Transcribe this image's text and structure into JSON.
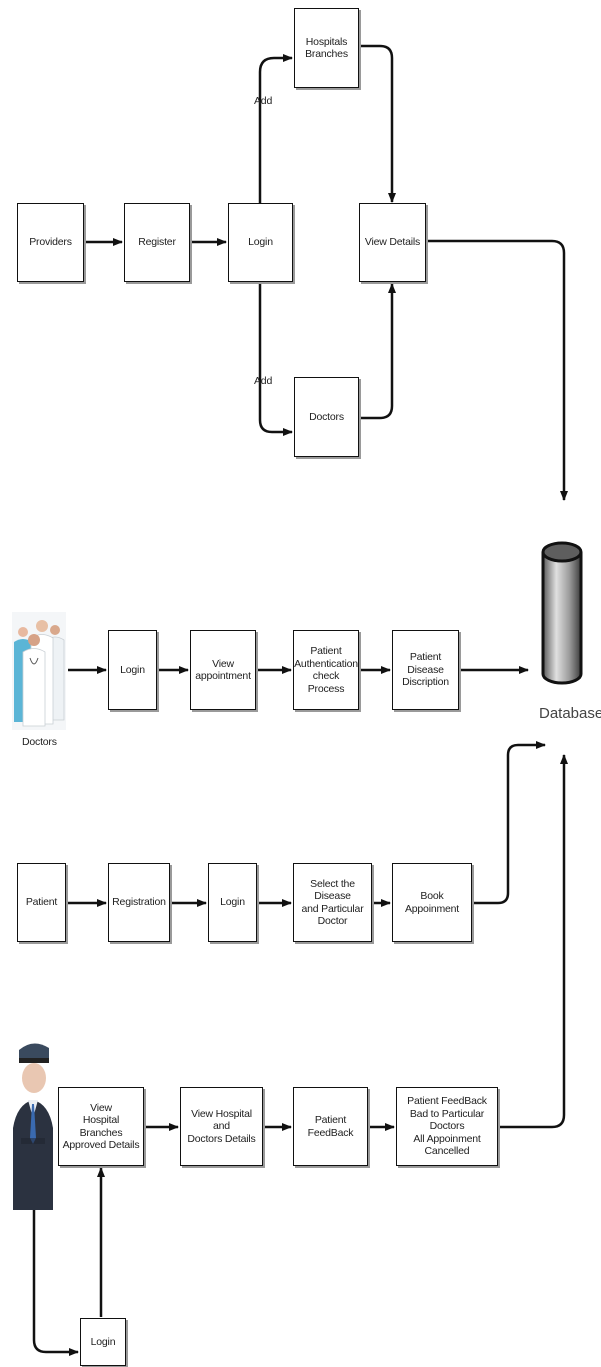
{
  "providers_flow": {
    "providers": "Providers",
    "register": "Register",
    "login": "Login",
    "hospitals_branches": "Hospitals\nBranches",
    "doctors": "Doctors",
    "view_details": "View Details",
    "add_label_top": "Add",
    "add_label_bottom": "Add"
  },
  "doctors_flow": {
    "actor_label": "Doctors",
    "login": "Login",
    "view_appointment": "View\nappointment",
    "patient_auth": "Patient\nAuthentication\ncheck Process",
    "patient_disease": "Patient\nDisease\nDiscription"
  },
  "database": {
    "label": "Database"
  },
  "patient_flow": {
    "patient": "Patient",
    "registration": "Registration",
    "login": "Login",
    "select_disease": "Select the  Disease\nand Particular\nDoctor",
    "book_appointment": "Book Appoinment"
  },
  "admin_flow": {
    "view_branches": "View\nHospital Branches\nApproved Details",
    "view_hospital_doctors": "View Hospital and\nDoctors Details",
    "patient_feedback": "Patient FeedBack",
    "feedback_result": "Patient FeedBack\nBad to Particular Doctors\nAll Appoinment Cancelled",
    "login": "Login"
  }
}
